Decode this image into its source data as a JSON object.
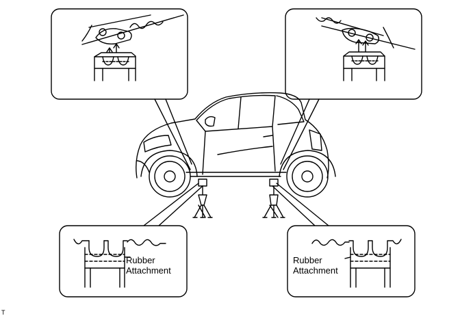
{
  "labels": {
    "left_callout": {
      "line1": "Rubber",
      "line2": "Attachment"
    },
    "right_callout": {
      "line1": "Rubber",
      "line2": "Attachment"
    }
  },
  "corner_mark": "T"
}
